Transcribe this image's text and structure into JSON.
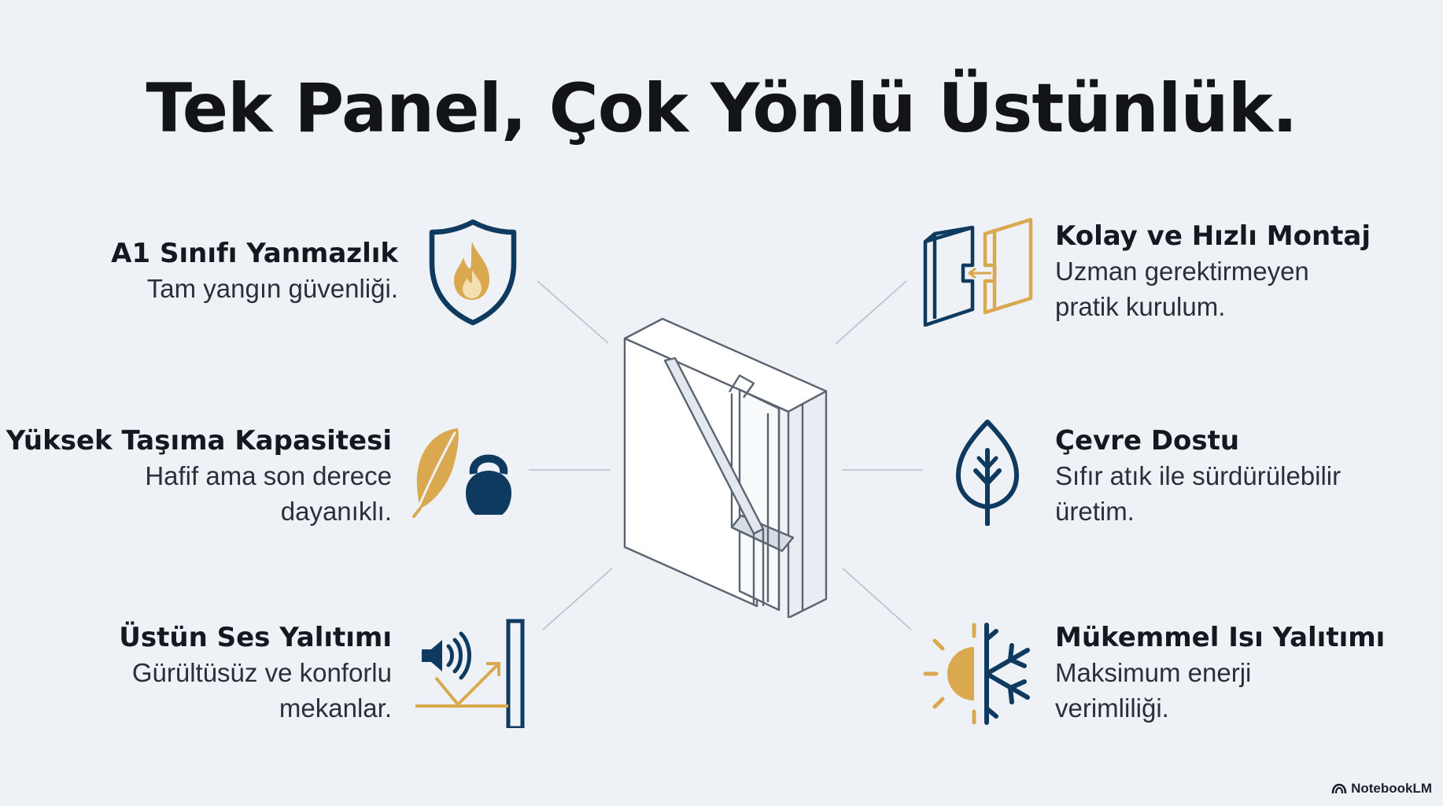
{
  "title": "Tek Panel, Çok Yönlü Üstünlük.",
  "colors": {
    "navy": "#0f3a5f",
    "gold": "#d9a84f",
    "background": "#eef2f7"
  },
  "features": {
    "fire": {
      "title": "A1 Sınıfı Yanmazlık",
      "desc": [
        "Tam yangın güvenliği."
      ],
      "icon": "fire-shield-icon"
    },
    "capacity": {
      "title": "Yüksek Taşıma Kapasitesi",
      "desc": [
        "Hafif ama son derece",
        "dayanıklı."
      ],
      "icon": "feather-kettlebell-icon"
    },
    "sound": {
      "title": "Üstün Ses Yalıtımı",
      "desc": [
        "Gürültüsüz ve konforlu",
        "mekanlar."
      ],
      "icon": "sound-wall-icon"
    },
    "install": {
      "title": "Kolay ve Hızlı Montaj",
      "desc": [
        "Uzman gerektirmeyen",
        "pratik kurulum."
      ],
      "icon": "panel-joint-icon"
    },
    "eco": {
      "title": "Çevre Dostu",
      "desc": [
        "Sıfır atık ile sürdürülebilir",
        "üretim."
      ],
      "icon": "leaf-icon"
    },
    "thermal": {
      "title": "Mükemmel Isı Yalıtımı",
      "desc": [
        "Maksimum enerji",
        "verimliliği."
      ],
      "icon": "sun-snowflake-icon"
    }
  },
  "brand": "NotebookLM"
}
